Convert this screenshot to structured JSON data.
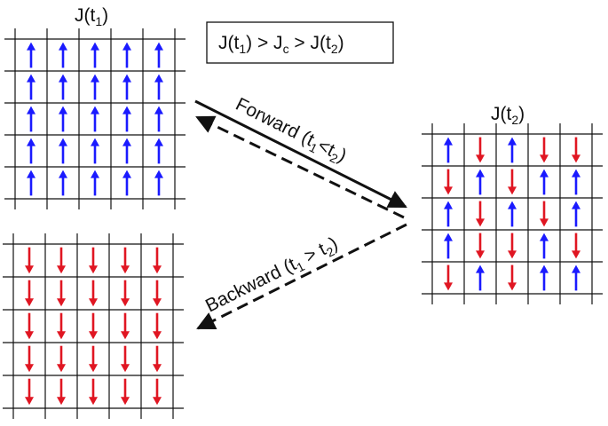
{
  "labels": {
    "top_left_title": {
      "main": "J(t",
      "sub": "1",
      "close": ")"
    },
    "right_title": {
      "main": "J(t",
      "sub": "2",
      "close": ")"
    },
    "condition_box": {
      "p1": "J(t",
      "s1": "1",
      "p2": ") > J",
      "s2": "c",
      "p3": " > J(t",
      "s3": "2",
      "p4": ")"
    },
    "forward_label": {
      "p1": "Forward (t",
      "s1": "1",
      "p2": "<t",
      "s2": "2",
      "p3": ")"
    },
    "backward_label": {
      "p1": "Backward (t",
      "s1": "1",
      "p2": " > t",
      "s2": "2",
      "p3": ")"
    }
  },
  "colors": {
    "up": "#1a1aff",
    "down": "#e01622",
    "grid": "#111111"
  },
  "grids": {
    "top_left": [
      [
        "up",
        "up",
        "up",
        "up",
        "up"
      ],
      [
        "up",
        "up",
        "up",
        "up",
        "up"
      ],
      [
        "up",
        "up",
        "up",
        "up",
        "up"
      ],
      [
        "up",
        "up",
        "up",
        "up",
        "up"
      ],
      [
        "up",
        "up",
        "up",
        "up",
        "up"
      ]
    ],
    "bottom_left": [
      [
        "down",
        "down",
        "down",
        "down",
        "down"
      ],
      [
        "down",
        "down",
        "down",
        "down",
        "down"
      ],
      [
        "down",
        "down",
        "down",
        "down",
        "down"
      ],
      [
        "down",
        "down",
        "down",
        "down",
        "down"
      ],
      [
        "down",
        "down",
        "down",
        "down",
        "down"
      ]
    ],
    "right": [
      [
        "up",
        "down",
        "up",
        "down",
        "down"
      ],
      [
        "down",
        "up",
        "down",
        "up",
        "up"
      ],
      [
        "up",
        "down",
        "up",
        "down",
        "up"
      ],
      [
        "up",
        "down",
        "down",
        "up",
        "down"
      ],
      [
        "down",
        "up",
        "down",
        "up",
        "up"
      ]
    ]
  }
}
